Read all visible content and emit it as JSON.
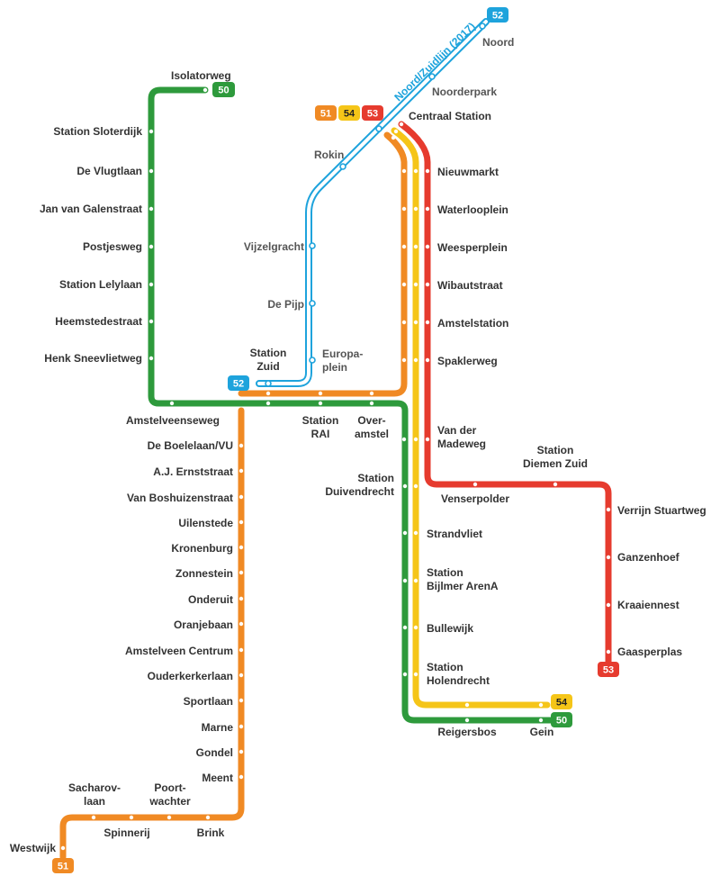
{
  "colors": {
    "line50": "#2e9a3c",
    "line51": "#f08a24",
    "line52": "#1ea3dc",
    "line53": "#e63b2e",
    "line54": "#f5c518",
    "stop": "#ffffff",
    "label": "#333333",
    "label52": "#555555"
  },
  "lines": [
    {
      "id": "50",
      "name": "50",
      "color": "#2e9a3c"
    },
    {
      "id": "51",
      "name": "51",
      "color": "#f08a24"
    },
    {
      "id": "52",
      "name": "52",
      "color": "#1ea3dc"
    },
    {
      "id": "53",
      "name": "53",
      "color": "#e63b2e"
    },
    {
      "id": "54",
      "name": "54",
      "color": "#f5c518"
    }
  ],
  "annotation_noord_zuidlijn": "Noord/Zuidlijn (2017)",
  "stations": {
    "line50_west": [
      "Isolatorweg",
      "Station Sloterdijk",
      "De Vlugtlaan",
      "Jan van Galenstraat",
      "Postjesweg",
      "Station Lelylaan",
      "Heemstedestraat",
      "Henk Sneevlietweg"
    ],
    "line52": [
      "Noord",
      "Noorderpark",
      "Centraal Station",
      "Rokin",
      "Vijzelgracht",
      "De Pijp",
      "Europa-",
      "plein",
      "Station",
      "Zuid"
    ],
    "trunk_east": [
      "Nieuwmarkt",
      "Waterlooplein",
      "Weesperplein",
      "Wibautstraat",
      "Amstelstation",
      "Spaklerweg",
      "Van der",
      "Madeweg"
    ],
    "ring_south": [
      "Amstelveenseweg",
      "Station",
      "RAI",
      "Over-",
      "amstel"
    ],
    "line51_amstelveen": [
      "De Boelelaan/VU",
      "A.J. Ernststraat",
      "Van Boshuizenstraat",
      "Uilenstede",
      "Kronenburg",
      "Zonnestein",
      "Onderuit",
      "Oranjebaan",
      "Amstelveen Centrum",
      "Ouderkerkerlaan",
      "Sportlaan",
      "Marne",
      "Gondel",
      "Meent",
      "Sacharov-",
      "laan",
      "Poort-",
      "wachter",
      "Spinnerij",
      "Brink",
      "Westwijk"
    ],
    "line53": [
      "Venserpolder",
      "Station",
      "Diemen Zuid",
      "Verrijn Stuartweg",
      "Ganzenhoef",
      "Kraaiennest",
      "Gaasperplas"
    ],
    "bijlmer": [
      "Station",
      "Duivendrecht",
      "Strandvliet",
      "Station",
      "Bijlmer ArenA",
      "Bullewijk",
      "Station",
      "Holendrecht",
      "Reigersbos",
      "Gein"
    ]
  }
}
